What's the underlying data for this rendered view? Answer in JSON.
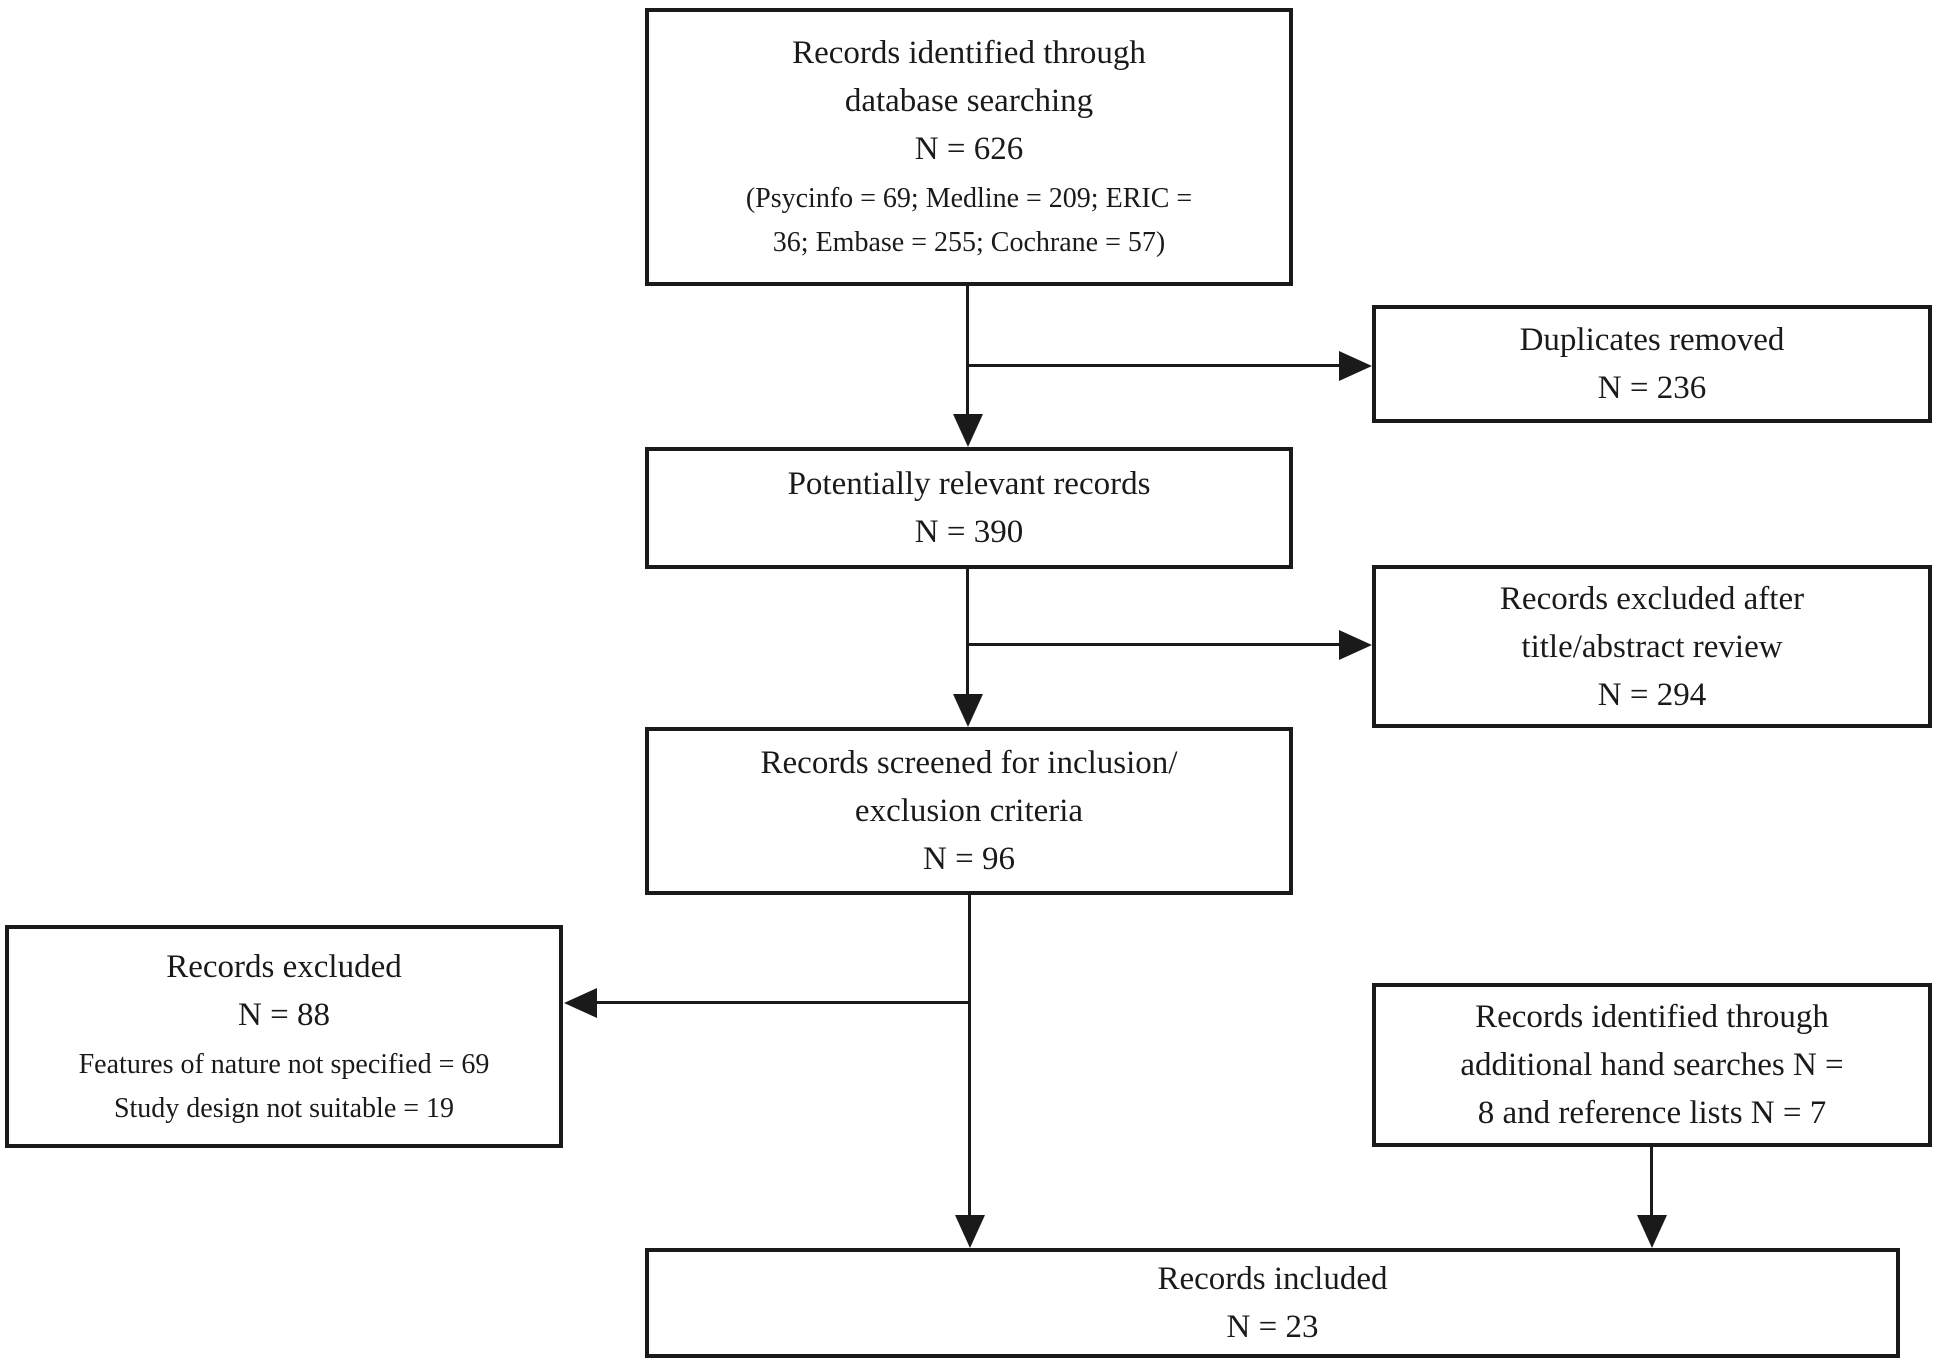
{
  "colors": {
    "background": "#ffffff",
    "box_border": "#1a1a1a",
    "text": "#1a1a1a",
    "connector": "#1a1a1a"
  },
  "boxes": {
    "database_search": {
      "lines": [
        "Records identified through",
        "database searching",
        "N = 626"
      ],
      "details": [
        "(Psycinfo = 69; Medline = 209; ERIC =",
        "36; Embase = 255; Cochrane = 57)"
      ]
    },
    "duplicates_removed": {
      "lines": [
        "Duplicates removed",
        "N = 236"
      ]
    },
    "potentially_relevant": {
      "lines": [
        "Potentially relevant records",
        "N = 390"
      ]
    },
    "excluded_title_abstract": {
      "lines": [
        "Records excluded after",
        "title/abstract review",
        "N = 294"
      ]
    },
    "screened": {
      "lines": [
        "Records screened for inclusion/",
        "exclusion criteria",
        "N = 96"
      ]
    },
    "records_excluded": {
      "lines": [
        "Records excluded",
        "N = 88"
      ],
      "details": [
        "Features of nature not specified = 69",
        "Study design not suitable = 19"
      ]
    },
    "hand_searches": {
      "lines": [
        "Records identified through",
        "additional hand searches N =",
        "8 and reference lists N = 7"
      ]
    },
    "included": {
      "lines": [
        "Records included",
        "N = 23"
      ]
    }
  },
  "edges": [
    {
      "from": "database_search",
      "to": "potentially_relevant",
      "direction": "down"
    },
    {
      "from": "database_search",
      "to": "duplicates_removed",
      "direction": "right"
    },
    {
      "from": "potentially_relevant",
      "to": "screened",
      "direction": "down"
    },
    {
      "from": "potentially_relevant",
      "to": "excluded_title_abstract",
      "direction": "right"
    },
    {
      "from": "screened",
      "to": "records_excluded",
      "direction": "left"
    },
    {
      "from": "screened",
      "to": "included",
      "direction": "down"
    },
    {
      "from": "hand_searches",
      "to": "included",
      "direction": "down"
    }
  ]
}
